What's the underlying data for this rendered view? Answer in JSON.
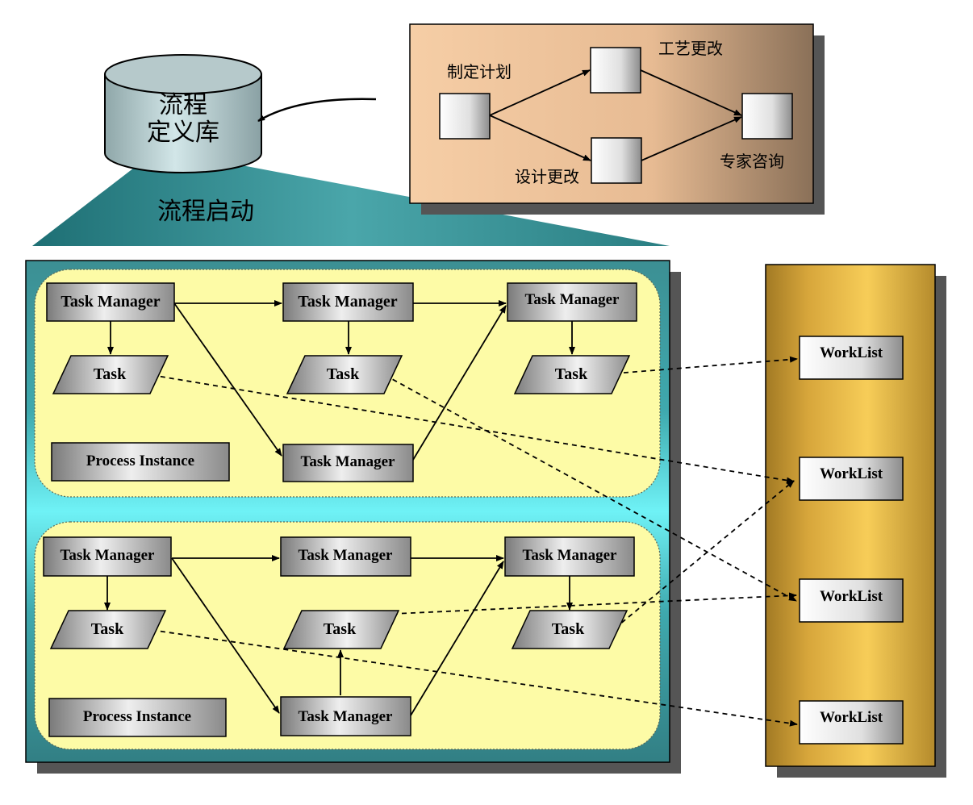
{
  "database": {
    "line1": "流程",
    "line2": "定义库"
  },
  "launch_label": "流程启动",
  "process_def": {
    "nodes": {
      "plan": "制定计划",
      "craft": "工艺更改",
      "design": "设计更改",
      "expert": "专家咨询"
    }
  },
  "instance1": {
    "tm1": "Task Manager",
    "tm2": "Task Manager",
    "tm3": "Task Manager",
    "tm4": "Task Manager",
    "task1": "Task",
    "task2": "Task",
    "task3": "Task",
    "process": "Process Instance"
  },
  "instance2": {
    "tm1": "Task Manager",
    "tm2": "Task Manager",
    "tm3": "Task Manager",
    "tm4": "Task Manager",
    "task1": "Task",
    "task2": "Task",
    "task3": "Task",
    "process": "Process Instance"
  },
  "worklists": [
    "WorkList",
    "WorkList",
    "WorkList",
    "WorkList"
  ],
  "colors": {
    "teal_panel": "#3f9ea2",
    "instance_fill": "#fdfba6",
    "gold_column": "#e7b94a",
    "tan_panel": "#f2c9a2"
  }
}
